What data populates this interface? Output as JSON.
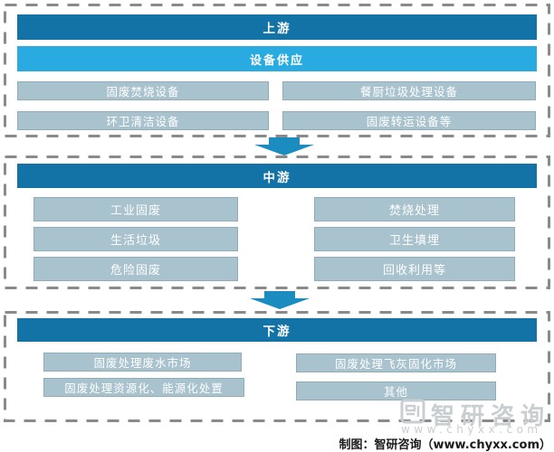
{
  "colors": {
    "header_blue": "#1473a6",
    "accent_cyan": "#29abe2",
    "box_fill": "#a8c2ce",
    "box_border": "#90acb9",
    "dash_gray": "#8a8a8a",
    "arrow_blue": "#1b8cc0",
    "watermark_gray": "#c9ced1"
  },
  "sections": [
    {
      "id": "upstream",
      "title": "上游",
      "subtitle": "设备供应",
      "boxes": [
        "固废焚烧设备",
        "餐厨垃圾处理设备",
        "环卫清洁设备",
        "固废转运设备等"
      ]
    },
    {
      "id": "midstream",
      "title": "中游",
      "left_boxes": [
        "工业固废",
        "生活垃圾",
        "危险固废"
      ],
      "right_boxes": [
        "焚烧处理",
        "卫生填埋",
        "回收利用等"
      ]
    },
    {
      "id": "downstream",
      "title": "下游",
      "left_boxes": [
        "固废处理废水市场",
        "固废处理资源化、能源化处置"
      ],
      "right_boxes": [
        "固废处理飞灰固化市场",
        "其他"
      ]
    }
  ],
  "watermark": {
    "brand": "智研咨询",
    "url": "www.chyxx.com"
  },
  "attribution": {
    "text": "制图：智研咨询（www.chyxx.com）"
  }
}
